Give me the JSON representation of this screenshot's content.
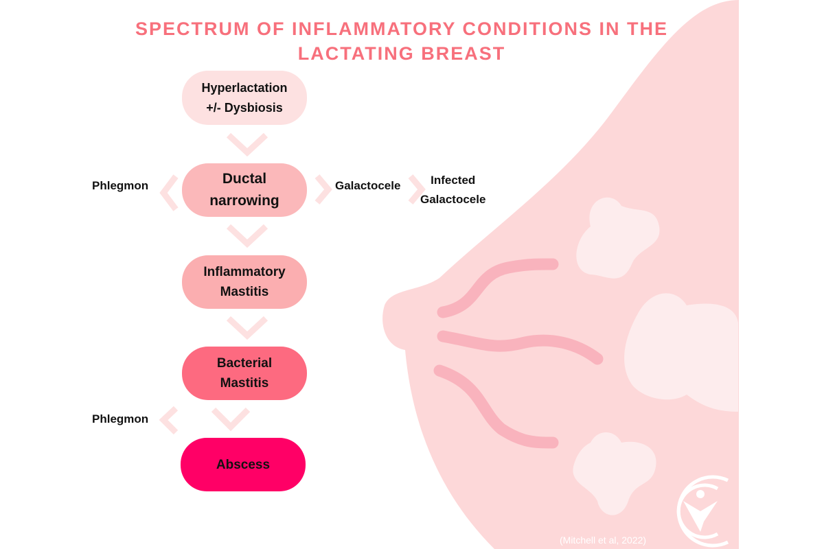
{
  "title": {
    "line1": "SPECTRUM OF INFLAMMATORY CONDITIONS IN THE",
    "line2": "LACTATING BREAST"
  },
  "boxes": [
    {
      "line1": "Hyperlactation",
      "line2": "+/- Dysbiosis",
      "color": "#fde1e1"
    },
    {
      "line1": "Ductal",
      "line2": "narrowing",
      "color": "#fbb8ba"
    },
    {
      "line1": "Inflammatory",
      "line2": "Mastitis",
      "color": "#fbaeb0"
    },
    {
      "line1": "Bacterial",
      "line2": "Mastitis",
      "color": "#fd6a80"
    },
    {
      "line1": "Abscess",
      "color": "#ff0066"
    }
  ],
  "side_labels": {
    "phlegmon_1": "Phlegmon",
    "galactocele": "Galactocele",
    "infected_1": "Infected",
    "infected_2": "Galactocele",
    "phlegmon_2": "Phlegmon"
  },
  "citation": "(Mitchell et al, 2022)",
  "colors": {
    "breast": "#fdd8d9",
    "lobule": "#fdeced",
    "duct": "#f9b3bd",
    "chevron": "#fde1e1"
  }
}
